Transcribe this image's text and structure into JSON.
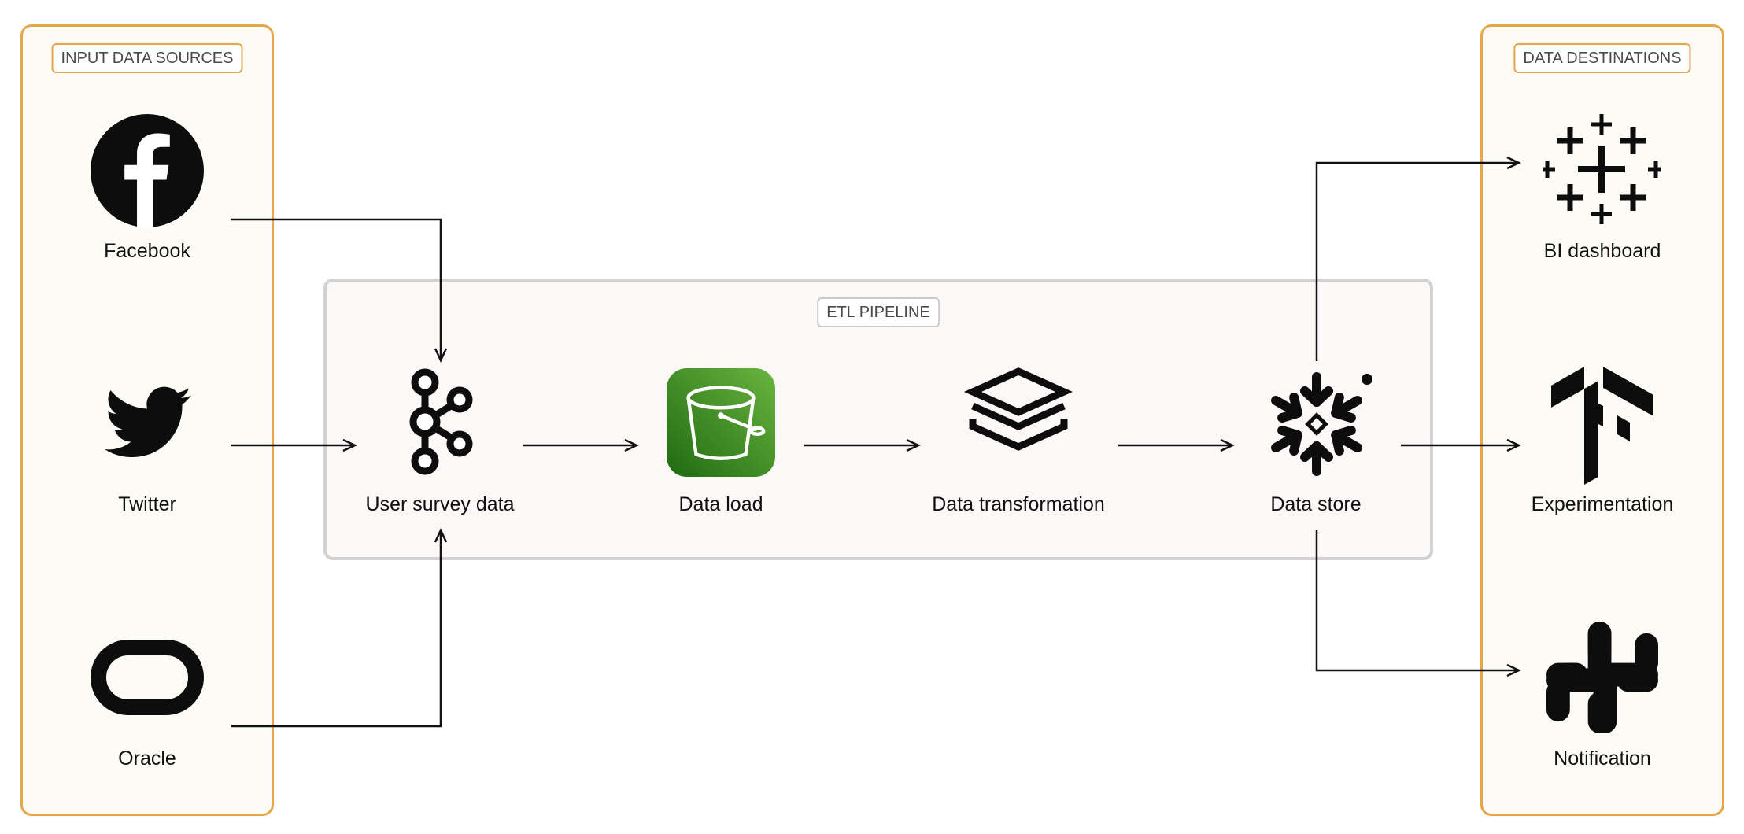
{
  "groups": {
    "input": {
      "label": "INPUT DATA SOURCES"
    },
    "etl": {
      "label": "ETL PIPELINE"
    },
    "output": {
      "label": "DATA DESTINATIONS"
    }
  },
  "nodes": {
    "facebook": {
      "label": "Facebook",
      "icon": "facebook-icon"
    },
    "twitter": {
      "label": "Twitter",
      "icon": "twitter-icon"
    },
    "oracle": {
      "label": "Oracle",
      "icon": "oracle-icon"
    },
    "user_survey": {
      "label": "User survey data",
      "icon": "kafka-icon"
    },
    "data_load": {
      "label": "Data load",
      "icon": "bucket-icon"
    },
    "data_transformation": {
      "label": "Data transformation",
      "icon": "layers-icon"
    },
    "data_store": {
      "label": "Data store",
      "icon": "snowflake-icon"
    },
    "bi_dashboard": {
      "label": "BI dashboard",
      "icon": "tableau-icon"
    },
    "experimentation": {
      "label": "Experimentation",
      "icon": "tensorflow-icon"
    },
    "notification": {
      "label": "Notification",
      "icon": "slack-icon"
    }
  },
  "edges": [
    {
      "from": "facebook",
      "to": "user_survey"
    },
    {
      "from": "twitter",
      "to": "user_survey"
    },
    {
      "from": "oracle",
      "to": "user_survey"
    },
    {
      "from": "user_survey",
      "to": "data_load"
    },
    {
      "from": "data_load",
      "to": "data_transformation"
    },
    {
      "from": "data_transformation",
      "to": "data_store"
    },
    {
      "from": "data_store",
      "to": "bi_dashboard"
    },
    {
      "from": "data_store",
      "to": "experimentation"
    },
    {
      "from": "data_store",
      "to": "notification"
    }
  ],
  "colors": {
    "group_border": "#e6a64c",
    "etl_border": "#d2d2d2",
    "bucket_green": "#3f8f22"
  }
}
